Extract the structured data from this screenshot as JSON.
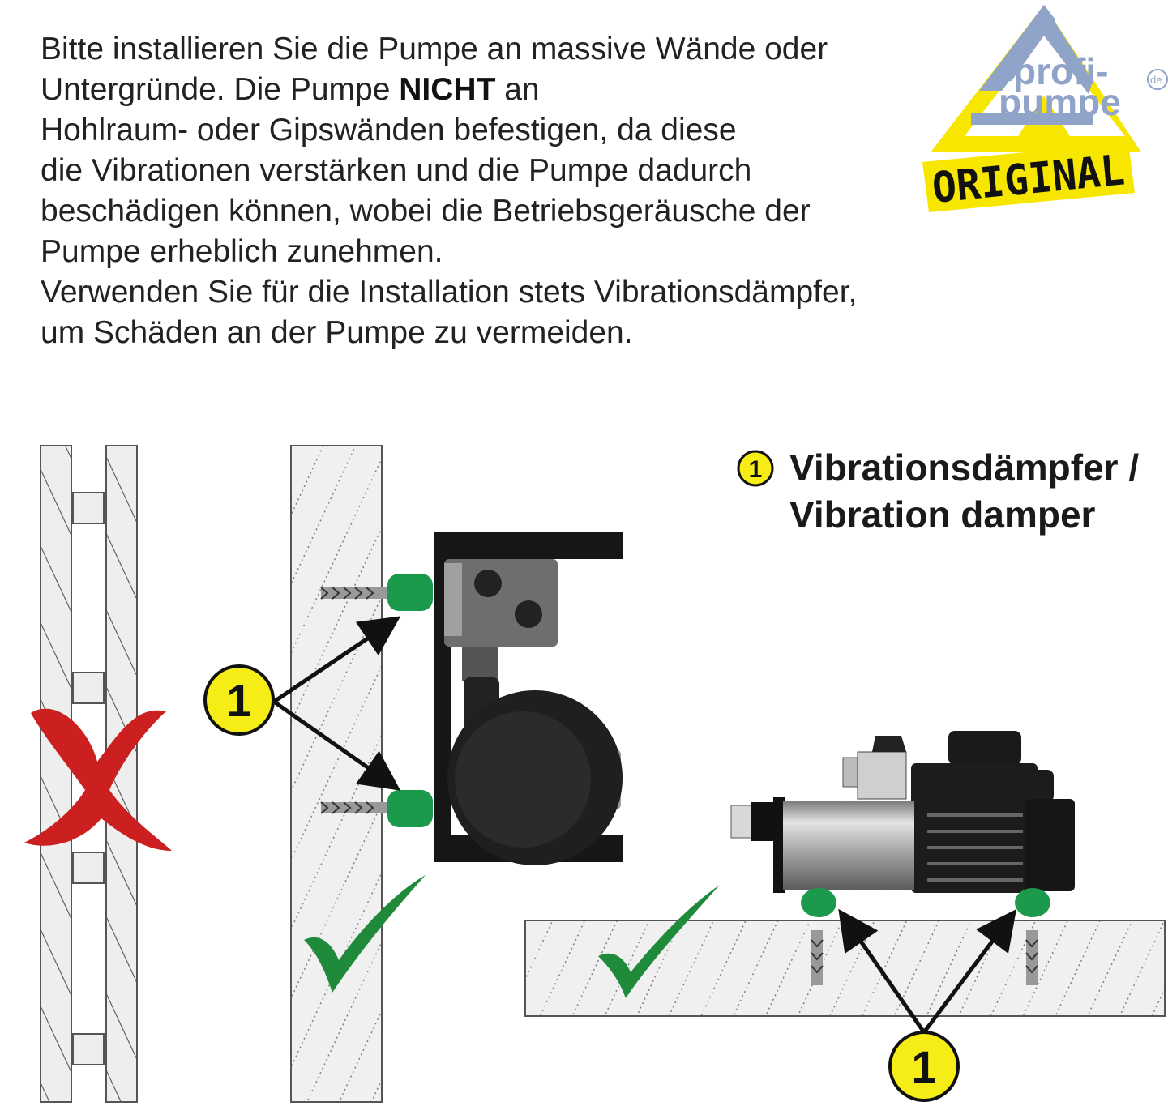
{
  "instructions": {
    "line1": "Bitte installieren Sie die Pumpe an massive Wände oder",
    "line2_pre": "Untergründe. Die Pumpe ",
    "line2_bold": "NICHT",
    "line2_post": " an",
    "line3": "Hohlraum- oder Gipswänden befestigen, da diese",
    "line4": "die Vibrationen verstärken und die Pumpe dadurch",
    "line5": "beschädigen können, wobei die Betriebsgeräusche der",
    "line6": "Pumpe erheblich zunehmen.",
    "line7": "Verwenden Sie für die Installation stets Vibrationsdämpfer,",
    "line8": "um Schäden an der Pumpe zu vermeiden."
  },
  "logo": {
    "word1": "profi-",
    "word2": "pumpe",
    "domain": "de",
    "banner": "ORIGINAL",
    "colors": {
      "blue": "#8fa4c8",
      "yellow": "#f6e600",
      "black": "#111111"
    }
  },
  "legend": {
    "badge": "1",
    "line1": "Vibrationsdämpfer /",
    "line2": "Vibration damper"
  },
  "callouts": {
    "wall_badge": "1",
    "floor_badge": "1"
  },
  "colors": {
    "damper_green": "#1a9a4a",
    "check_green": "#1f8a3a",
    "cross_red": "#cc1f1f",
    "badge_yellow": "#f6ec16"
  },
  "icons": [
    "cross-icon",
    "checkmark-icon",
    "checkmark-icon"
  ]
}
